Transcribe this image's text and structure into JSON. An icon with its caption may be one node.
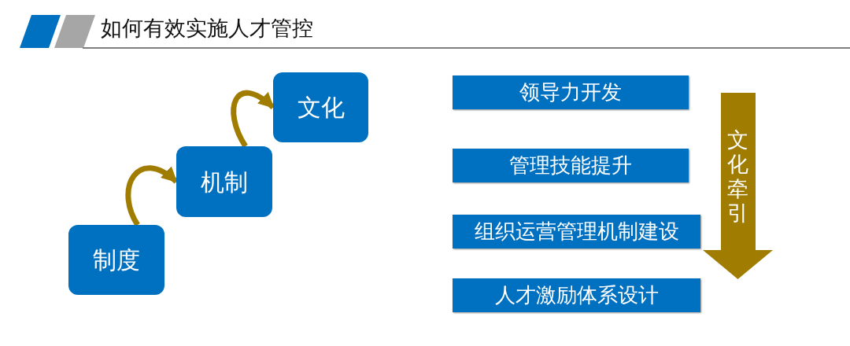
{
  "diagram": {
    "title": "如何有效实施人才管控",
    "nodes": [
      {
        "text": [
          "制度"
        ]
      },
      {
        "text": [
          "机制"
        ]
      },
      {
        "text": [
          "文化"
        ]
      },
      {
        "text": [
          "领导力开发"
        ]
      },
      {
        "text": [
          "管理技能提升"
        ]
      },
      {
        "text": [
          "组织运营管理机制建设"
        ]
      },
      {
        "text": [
          "人才激励体系设计"
        ]
      },
      {
        "text": [
          "文化牵引"
        ]
      }
    ],
    "edges": [
      {
        "from": 0,
        "to": 1,
        "arrow": "to"
      },
      {
        "from": 1,
        "to": 2,
        "arrow": "to"
      }
    ]
  }
}
